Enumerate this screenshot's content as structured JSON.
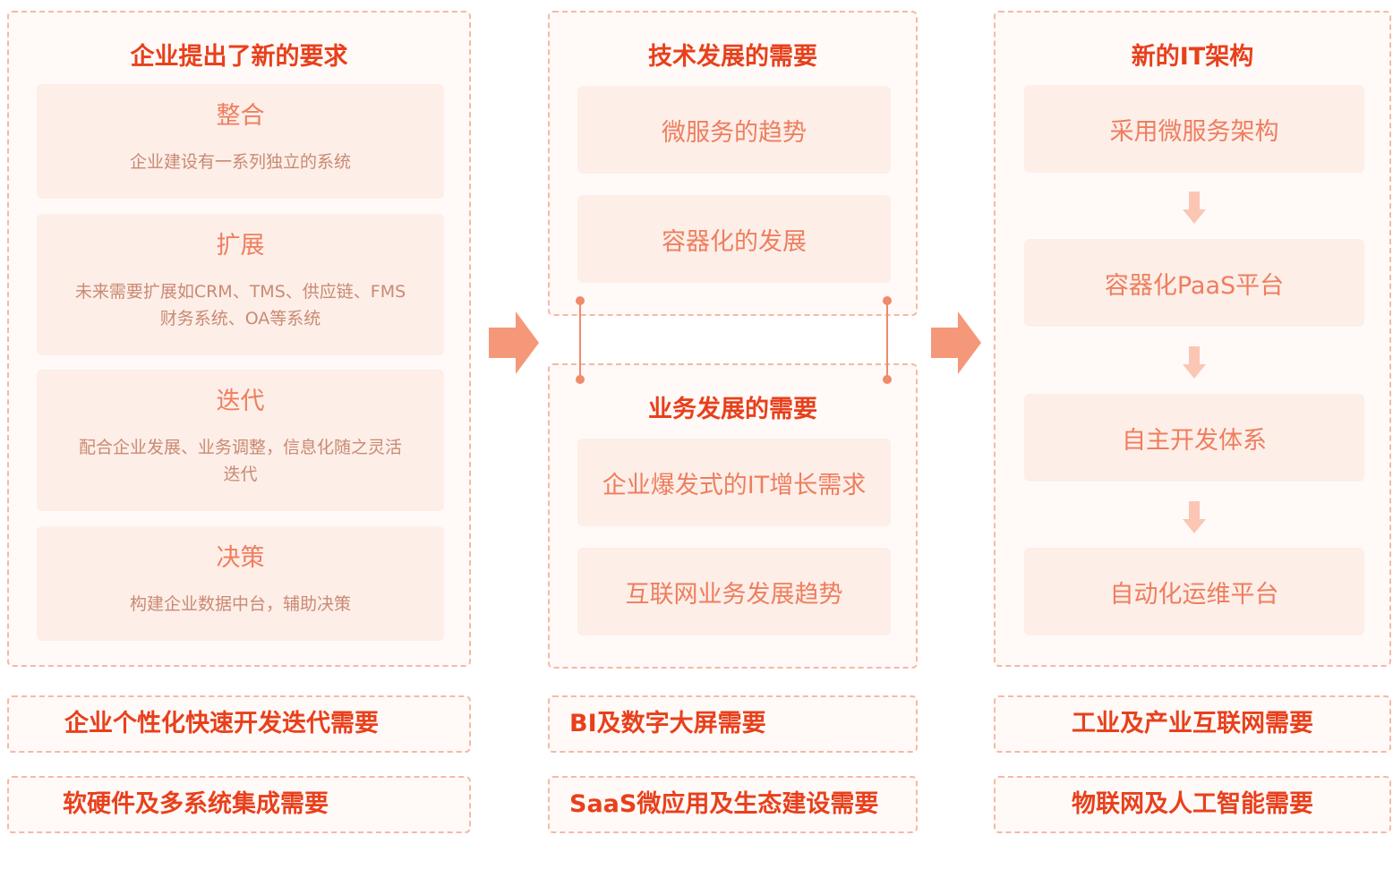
{
  "left_panel": {
    "title": "企业提出了新的要求",
    "cards": [
      {
        "title": "整合",
        "desc": "企业建设有一系列独立的系统"
      },
      {
        "title": "扩展",
        "desc": "未来需要扩展如CRM、TMS、供应链、FMS财务系统、OA等系统"
      },
      {
        "title": "迭代",
        "desc": "配合企业发展、业务调整，信息化随之灵活迭代"
      },
      {
        "title": "决策",
        "desc": "构建企业数据中台，辅助决策"
      }
    ]
  },
  "middle_top": {
    "title": "技术发展的需要",
    "cards": [
      "微服务的趋势",
      "容器化的发展"
    ]
  },
  "middle_bottom": {
    "title": "业务发展的需要",
    "cards": [
      "企业爆发式的IT增长需求",
      "互联网业务发展趋势"
    ]
  },
  "right_panel": {
    "title": "新的IT架构",
    "cards": [
      "采用微服务架构",
      "容器化PaaS平台",
      "自主开发体系",
      "自动化运维平台"
    ]
  },
  "bottom_row1": [
    "企业个性化快速开发迭代需要",
    "BI及数字大屏需要",
    "工业及产业互联网需要"
  ],
  "bottom_row2": [
    "软硬件及多系统集成需要",
    "SaaS微应用及生态建设需要",
    "物联网及人工智能需要"
  ],
  "colors": {
    "accent": "#e8401c",
    "card_bg": "#fdeee8",
    "card_text": "#ee7e5e",
    "border": "#f5b9a6",
    "arrow": "#f5987a"
  }
}
